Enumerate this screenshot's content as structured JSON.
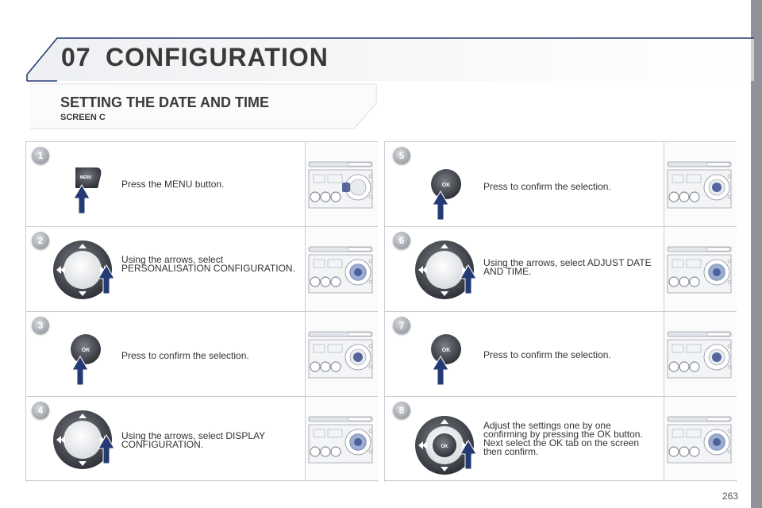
{
  "header": {
    "chapter_number": "07",
    "chapter_title": "CONFIGURATION",
    "accent_color": "#243a73"
  },
  "section": {
    "title": "SETTING THE DATE AND TIME",
    "subtitle": "SCREEN C"
  },
  "steps": [
    {
      "number": "1",
      "text": "Press the MENU button.",
      "icon": "menu-button-icon",
      "icon_label": "MENU"
    },
    {
      "number": "2",
      "text": "Using the arrows, select PERSONALISATION CONFIGURATION.",
      "icon": "arrow-dial-icon"
    },
    {
      "number": "3",
      "text": "Press to confirm the selection.",
      "icon": "ok-button-icon",
      "icon_label": "OK"
    },
    {
      "number": "4",
      "text": "Using the arrows, select DISPLAY CONFIGURATION.",
      "icon": "arrow-dial-icon"
    },
    {
      "number": "5",
      "text": "Press to confirm the selection.",
      "icon": "ok-button-icon",
      "icon_label": "OK"
    },
    {
      "number": "6",
      "text": "Using the arrows, select ADJUST DATE AND TIME.",
      "icon": "arrow-dial-icon"
    },
    {
      "number": "7",
      "text": "Press to confirm the selection.",
      "icon": "ok-button-icon",
      "icon_label": "OK"
    },
    {
      "number": "8",
      "text": "Adjust the settings one by one confirming by pressing the OK button. Next select the OK tab on the screen then confirm.",
      "icon": "arrow-dial-ok-icon",
      "icon_label": "OK"
    }
  ],
  "page_number": "263"
}
